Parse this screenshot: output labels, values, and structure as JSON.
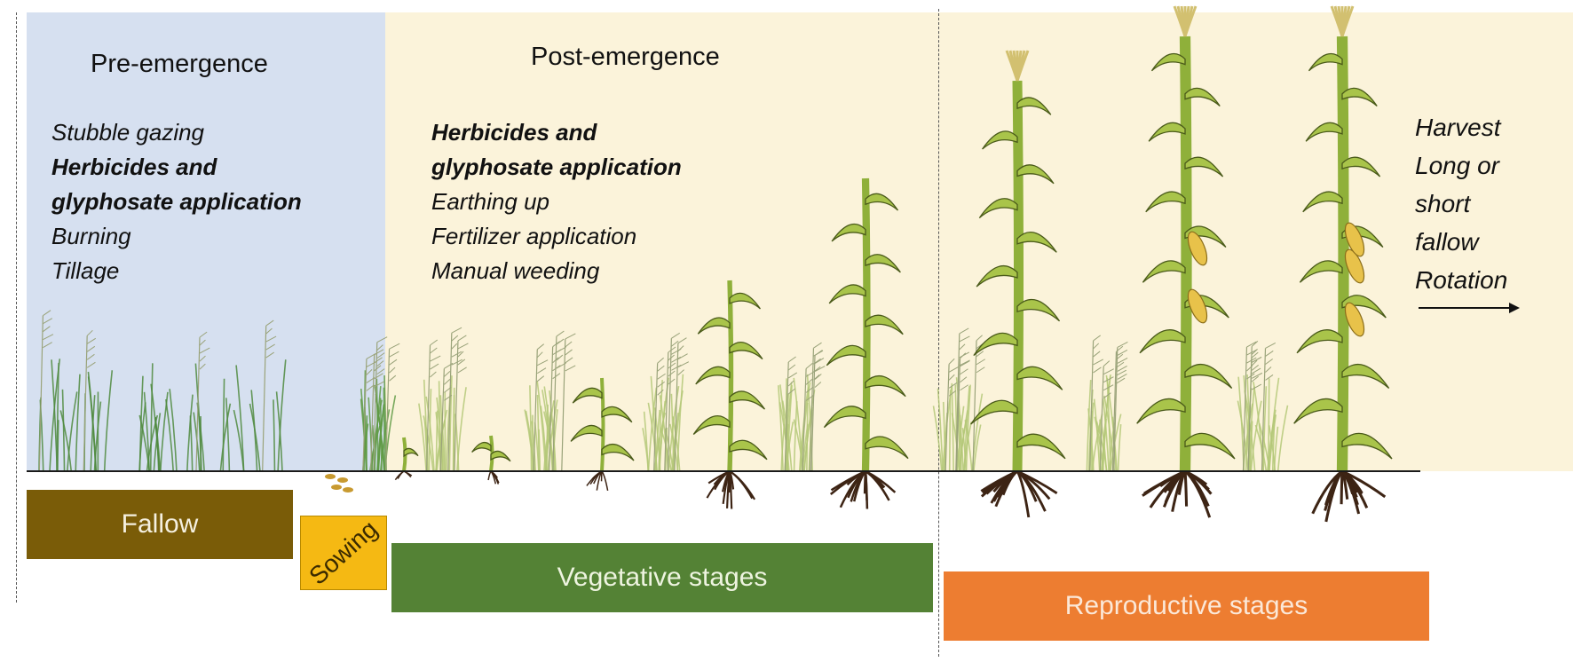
{
  "pre_emergence": {
    "title": "Pre-emergence",
    "practices": [
      {
        "text": "Stubble gazing",
        "bold": false
      },
      {
        "text": "Herbicides and",
        "bold": true
      },
      {
        "text": "glyphosate application",
        "bold": true
      },
      {
        "text": "Burning",
        "bold": false
      },
      {
        "text": "Tillage",
        "bold": false
      }
    ]
  },
  "post_emergence": {
    "title": "Post-emergence",
    "practices": [
      {
        "text": "Herbicides and",
        "bold": true
      },
      {
        "text": "glyphosate application",
        "bold": true
      },
      {
        "text": "Earthing up",
        "bold": false
      },
      {
        "text": "Fertilizer application",
        "bold": false
      },
      {
        "text": "Manual weeding",
        "bold": false
      }
    ]
  },
  "harvest": {
    "lines": [
      "Harvest",
      "Long or",
      "short",
      "fallow",
      "Rotation"
    ]
  },
  "stages": {
    "fallow": "Fallow",
    "sowing": "Sowing",
    "vegetative": "Vegetative stages",
    "reproductive": "Reproductive stages"
  },
  "colors": {
    "pre_bg": "#d6e0f0",
    "post_bg": "#fbf3da",
    "fallow": "#7a5c08",
    "sowing": "#f5b913",
    "vegetative": "#548235",
    "reproductive": "#ed7d31",
    "leaf": "#a9c44a",
    "stem": "#8fb03a",
    "root": "#3d2414",
    "weed": "#5b8a3a"
  }
}
